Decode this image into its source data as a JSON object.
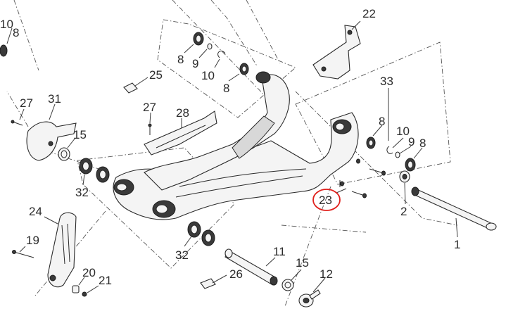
{
  "callouts": {
    "n1": "1",
    "n2": "2",
    "n8a": "8",
    "n8b": "8",
    "n8c": "8",
    "n8d": "8",
    "n8e": "8",
    "n9a": "9",
    "n9b": "9",
    "n10a": "10",
    "n10b": "10",
    "n10c": "10",
    "n11": "11",
    "n12": "12",
    "n15a": "15",
    "n15b": "15",
    "n19": "19",
    "n20": "20",
    "n21": "21",
    "n22": "22",
    "n23": "23",
    "n24": "24",
    "n25": "25",
    "n26": "26",
    "n27a": "27",
    "n27b": "27",
    "n28": "28",
    "n31": "31",
    "n32a": "32",
    "n32b": "32",
    "n33": "33"
  },
  "highlight": {
    "callout": "23",
    "color": "#e0201c"
  }
}
